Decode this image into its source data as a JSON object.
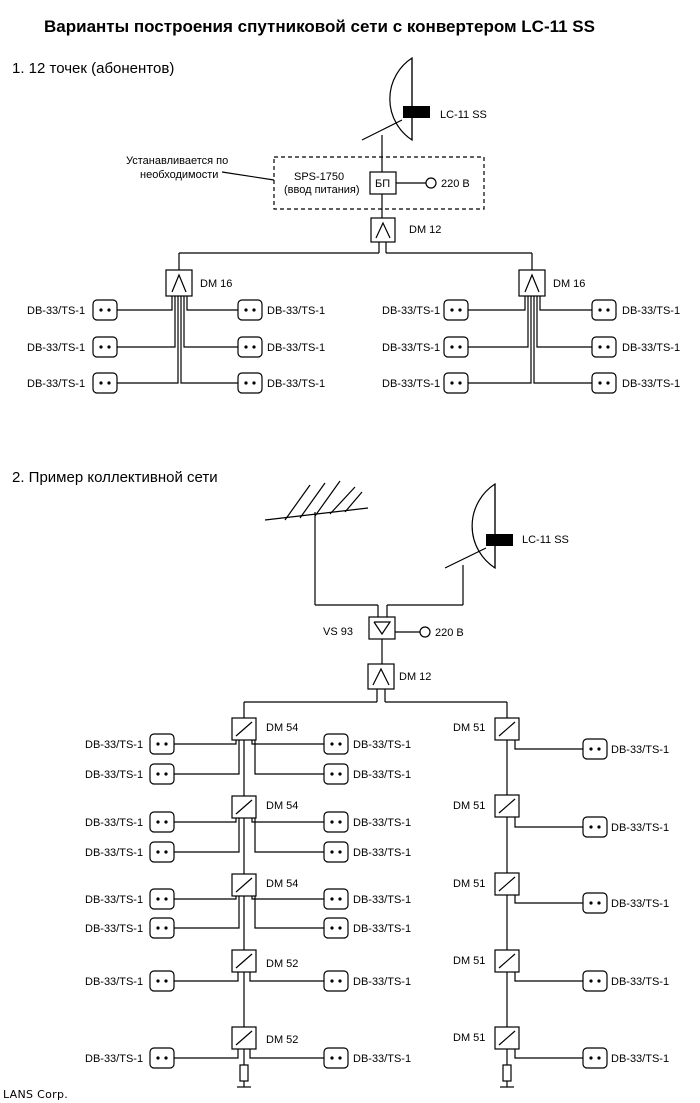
{
  "title": "Варианты построения спутниковой сети с конвертером LC-11 SS",
  "footer": "LANS Corp.",
  "section1": {
    "heading": "1. 12 точек (абонентов)",
    "converter": "LC-11 SS",
    "note_line1": "Устанавливается по",
    "note_line2": "необходимости",
    "psu_line1": "SPS-1750",
    "psu_line2": "(ввод питания)",
    "psu_box": "БП",
    "power": "220 В",
    "splitter_main": "DM 12",
    "splitter_sub": "DM 16",
    "outlet": "DB-33/TS-1"
  },
  "section2": {
    "heading": "2. Пример коллективной сети",
    "converter": "LC-11 SS",
    "amp": "VS 93",
    "power": "220 В",
    "splitter_main": "DM 12",
    "left_taps": [
      "DM 54",
      "DM 54",
      "DM 54",
      "DM 52",
      "DM 52"
    ],
    "right_taps": [
      "DM 51",
      "DM 51",
      "DM 51",
      "DM 51",
      "DM 51"
    ],
    "outlet": "DB-33/TS-1"
  },
  "icons": [
    "dish-icon",
    "converter-icon",
    "terrestrial-antenna-icon",
    "splitter-icon",
    "tap-icon",
    "amplifier-icon",
    "outlet-icon",
    "terminator-icon"
  ]
}
